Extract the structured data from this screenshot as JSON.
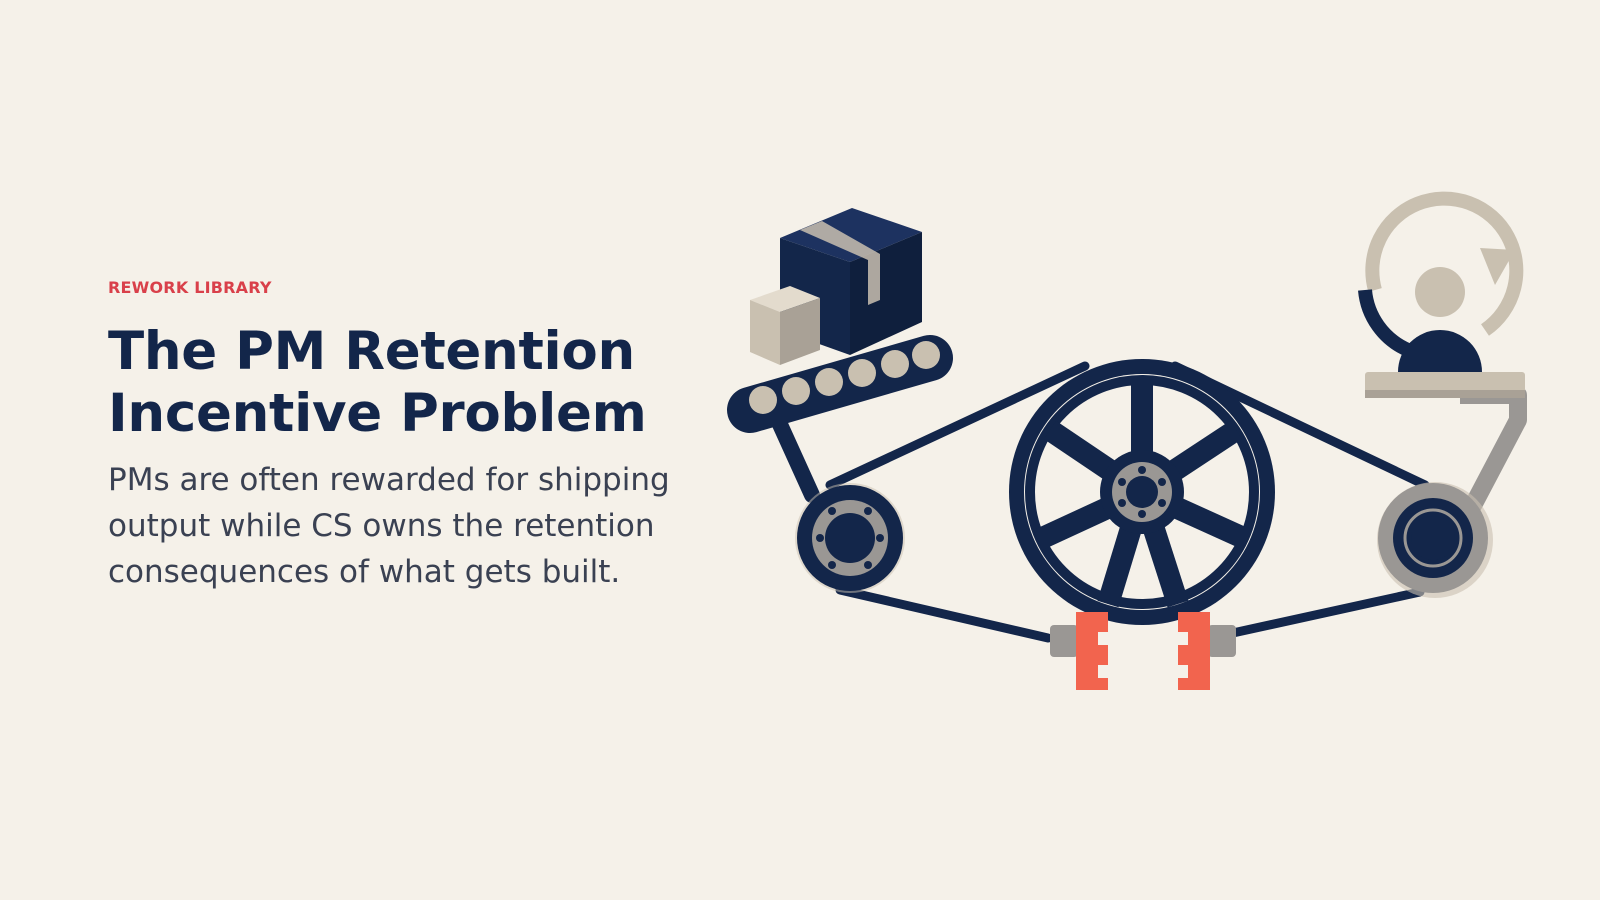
{
  "eyebrow": "REWORK LIBRARY",
  "title_line1": "The PM Retention",
  "title_line2": "Incentive Problem",
  "subtitle": "PMs are often rewarded for shipping output while CS owns the retention consequences of what gets built.",
  "colors": {
    "background": "#f5f1e9",
    "navy": "#13264a",
    "accent_red": "#d9404a",
    "coral": "#f2644e",
    "beige": "#c9c0b0",
    "gray": "#9a9794",
    "text_gray": "#3a4152"
  },
  "illustration": {
    "icons": [
      "package-icon",
      "conveyor-icon",
      "pulley-wheel-icon",
      "broken-belt-icon",
      "person-cycle-icon"
    ]
  }
}
